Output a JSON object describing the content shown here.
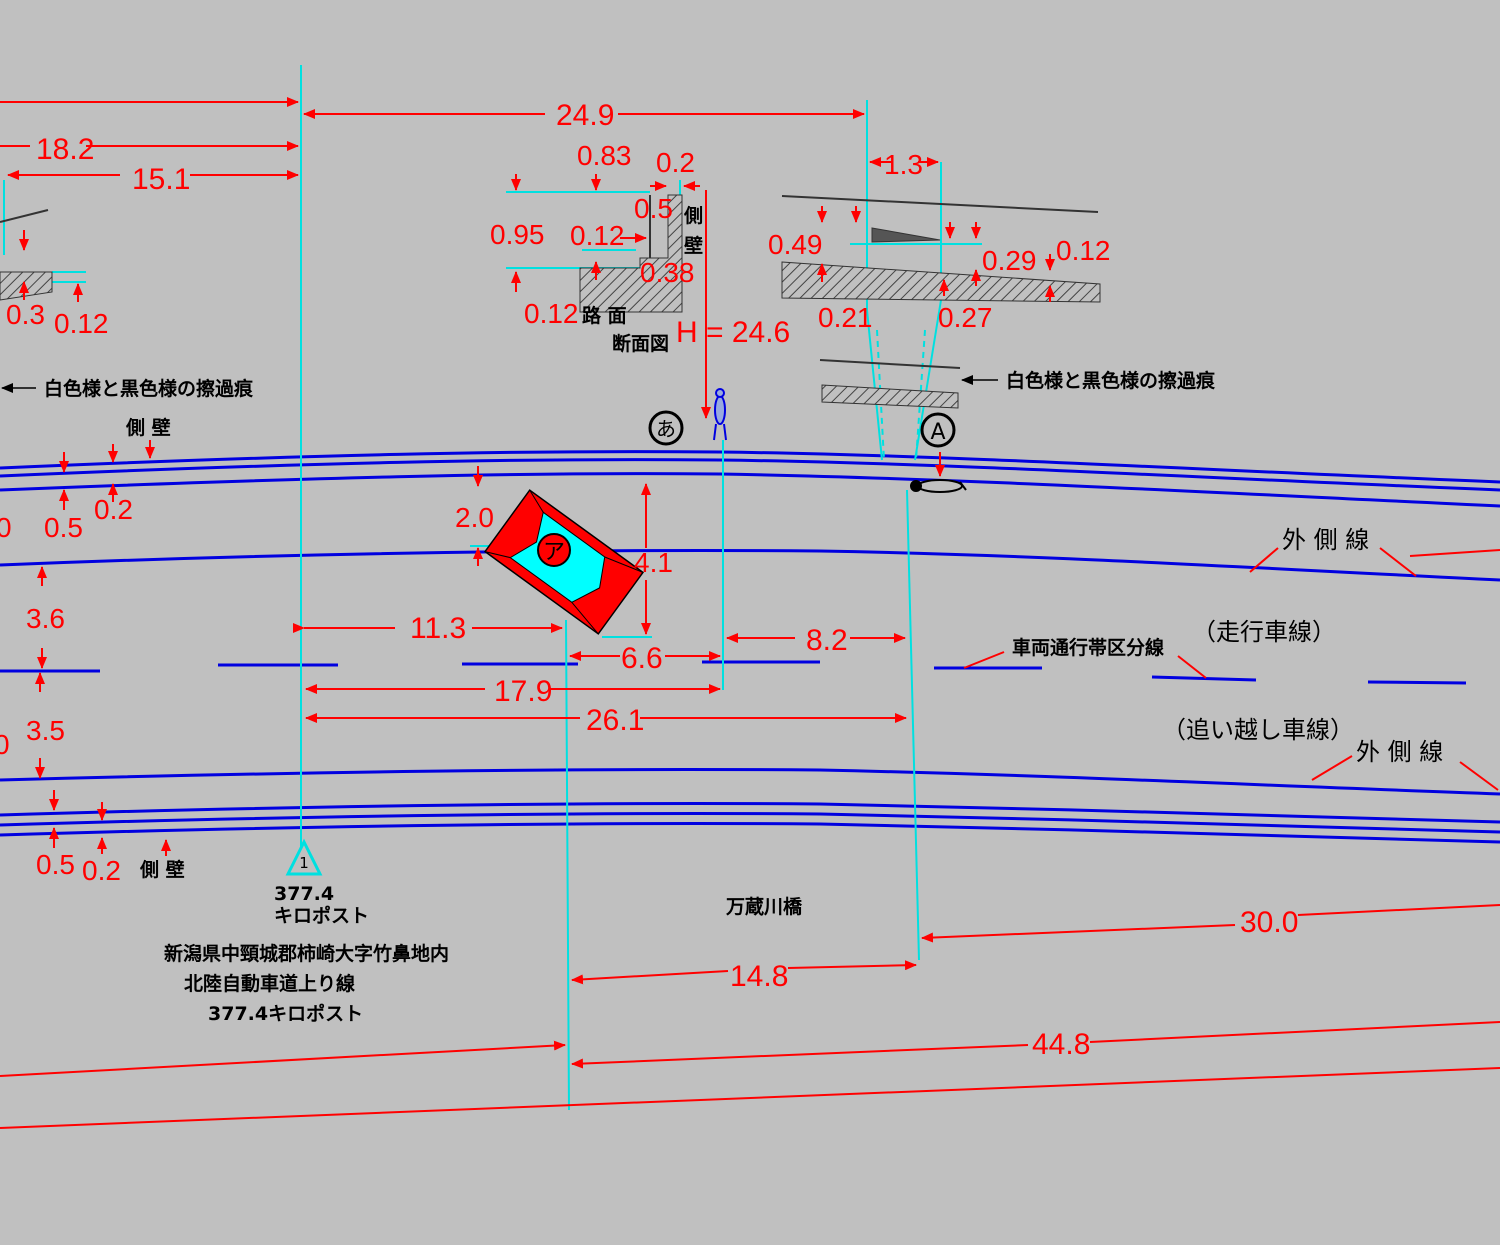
{
  "dimensions": {
    "d18_2": "18.2",
    "d15_1": "15.1",
    "d24_9": "24.9",
    "d0_83": "0.83",
    "d0_2_top": "0.2",
    "d1_3": "1.3",
    "d0_95": "0.95",
    "d0_12_a": "0.12",
    "d0_5_a": "0.5",
    "d0_38": "0.38",
    "d0_12_b": "0.12",
    "d0_49": "0.49",
    "d0_29": "0.29",
    "d0_12_c": "0.12",
    "d0_21": "0.21",
    "d0_27": "0.27",
    "d0_3": "0.3",
    "d0_12_d": "0.12",
    "h_label": "H = 24.6",
    "d0_left": "0",
    "d0_5_b": "0.5",
    "d0_2_b": "0.2",
    "d2_0": "2.0",
    "d4_1": "4.1",
    "d3_6": "3.6",
    "d3_5": "3.5",
    "d0_left2": "0",
    "d11_3": "11.3",
    "d6_6": "6.6",
    "d8_2": "8.2",
    "d17_9": "17.9",
    "d26_1": "26.1",
    "d0_5_c": "0.5",
    "d0_2_c": "0.2",
    "d30_0": "30.0",
    "d14_8": "14.8",
    "d44_8": "44.8"
  },
  "labels": {
    "section_road": "路 面",
    "section_title": "断面図",
    "side_wall_v1": "側",
    "side_wall_v2": "壁",
    "side_wall_top": "側 壁",
    "side_wall_bottom": "側 壁",
    "scrape_left": "白色様と黒色様の擦過痕",
    "scrape_right": "白色様と黒色様の擦過痕",
    "outer_line_1": "外 側 線",
    "outer_line_2": "外 側 線",
    "lane_divider": "車両通行帯区分線",
    "driving_lane": "（走行車線）",
    "passing_lane": "（追い越し車線）",
    "bridge": "万蔵川橋",
    "kp_number": "1",
    "kp_value": "377.4",
    "kp_unit": "キロポスト",
    "location_1": "新潟県中頸城郡柿崎大字竹鼻地内",
    "location_2": "北陸自動車道上り線",
    "location_3": "377.4キロポスト",
    "mark_a_hira": "あ",
    "mark_a_latin": "A",
    "mark_a_kata": "ア"
  },
  "colors": {
    "background": "#c0c0c0",
    "dimension": "#ff0000",
    "road_line": "#0000e0",
    "reference_line": "#00e0e0",
    "text": "#000000",
    "vehicle_body": "#ff0000",
    "vehicle_glass": "#00ffff"
  }
}
